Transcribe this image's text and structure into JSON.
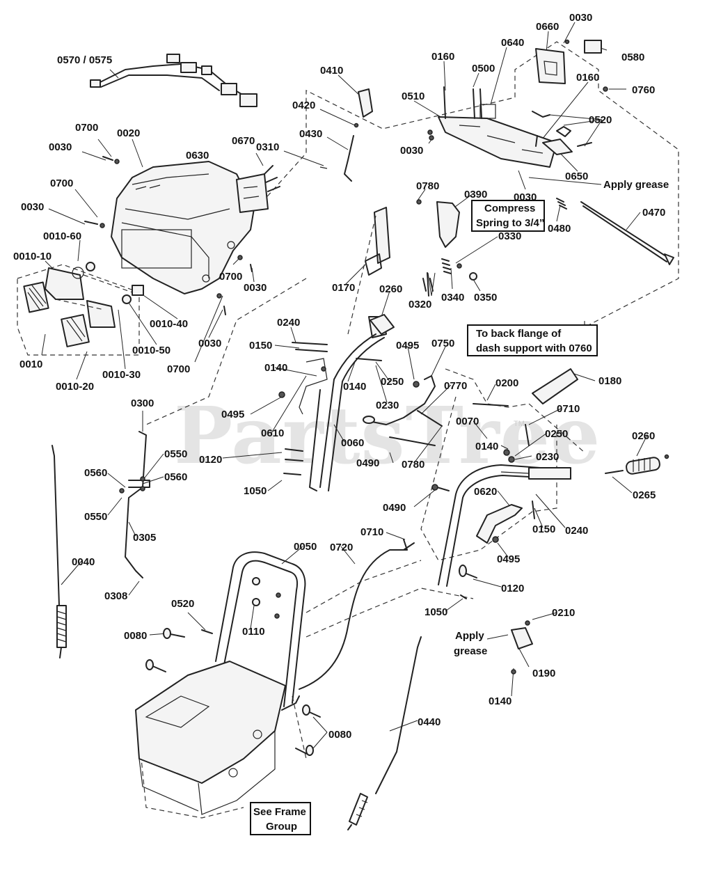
{
  "watermark": "PartsTree",
  "watermark_tm": "TM",
  "labels": [
    "0570 / 0575",
    "0700",
    "0020",
    "0030",
    "0670",
    "0630",
    "0310",
    "0700",
    "0030",
    "0010-60",
    "0010-10",
    "0700",
    "0030",
    "0010-40",
    "0010-50",
    "0700",
    "0030",
    "0010",
    "0010-20",
    "0010-30",
    "0410",
    "0420",
    "0430",
    "0160",
    "0500",
    "0640",
    "0660",
    "0030",
    "0580",
    "0510",
    "0160",
    "0760",
    "0520",
    "0030",
    "0780",
    "0390",
    "0650",
    "0030",
    "0480",
    "0470",
    "0330",
    "0170",
    "0260",
    "0320",
    "0340",
    "0350",
    "0240",
    "0150",
    "0495",
    "0750",
    "0140",
    "0140",
    "0250",
    "0230",
    "0770",
    "0200",
    "0180",
    "0495",
    "0610",
    "0060",
    "0300",
    "0550",
    "0560",
    "0550",
    "0560",
    "0120",
    "1050",
    "0490",
    "0780",
    "0070",
    "0710",
    "0140",
    "0250",
    "0230",
    "0260",
    "0265",
    "0490",
    "0620",
    "0150",
    "0240",
    "0495",
    "0305",
    "0040",
    "0308",
    "0050",
    "0720",
    "0710",
    "0120",
    "1050",
    "0520",
    "0110",
    "0080",
    "0210",
    "0190",
    "0140",
    "0080",
    "0440"
  ],
  "notes": {
    "apply_grease_top": "Apply grease",
    "compress_spring": [
      "Compress",
      "Spring to 3/4”"
    ],
    "back_flange": [
      "To back flange of",
      "dash support with 0760"
    ],
    "apply_grease_bottom": [
      "Apply",
      "grease"
    ],
    "see_frame": [
      "See Frame",
      "Group"
    ]
  }
}
